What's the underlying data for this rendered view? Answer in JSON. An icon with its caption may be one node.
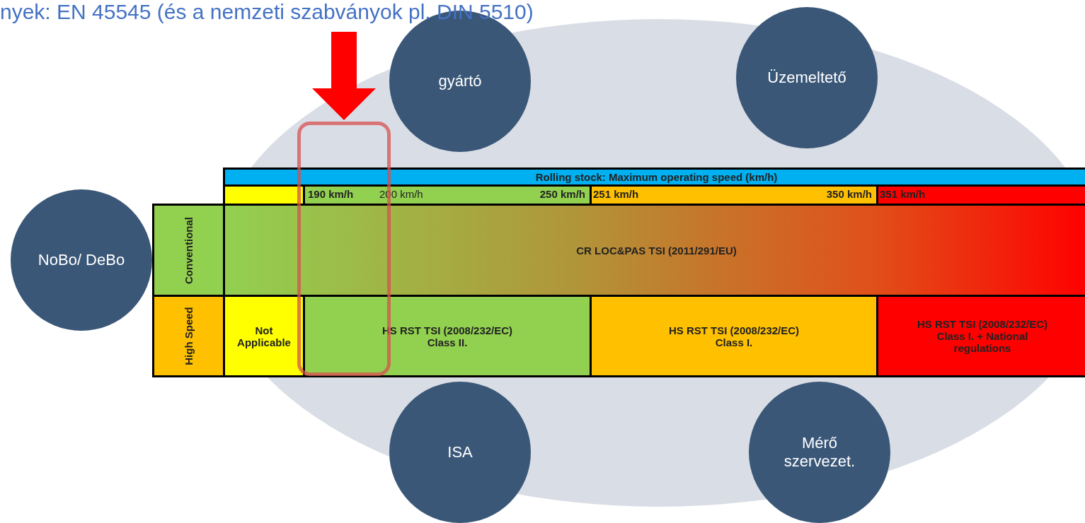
{
  "diagram": {
    "title": "nyek: EN 45545 (és a nemzeti szabványok pl. DIN 5510)",
    "nodes": [
      {
        "text": [
          "gyártó"
        ]
      },
      {
        "text": [
          "Üzemeltető"
        ]
      },
      {
        "text": [
          "NoBo/ DeBo"
        ]
      },
      {
        "text": [
          "ISA"
        ]
      },
      {
        "text": [
          "Mérő szervezet."
        ]
      },
      {
        "text": [],
        "shape": "box"
      }
    ],
    "edges": [
      {
        "from": null,
        "to": 5,
        "arrow": "to",
        "color": "#ff0000",
        "style": "thick"
      }
    ],
    "labels": [
      "Rolling stock: Maximum operating speed (km/h)",
      "190 km/h",
      "200 km/h",
      "250 km/h",
      "251 km/h",
      "350 km/h",
      "351 km/h",
      "Conventional",
      "CR LOC&PAS TSI (2011/291/EU)",
      "High Speed",
      "Not Applicable",
      "HS RST TSI (2008/232/EC) Class II.",
      "HS RST TSI (2008/232/EC) Class I.",
      "HS RST TSI (2008/232/EC) Class I. + National regulations"
    ]
  }
}
